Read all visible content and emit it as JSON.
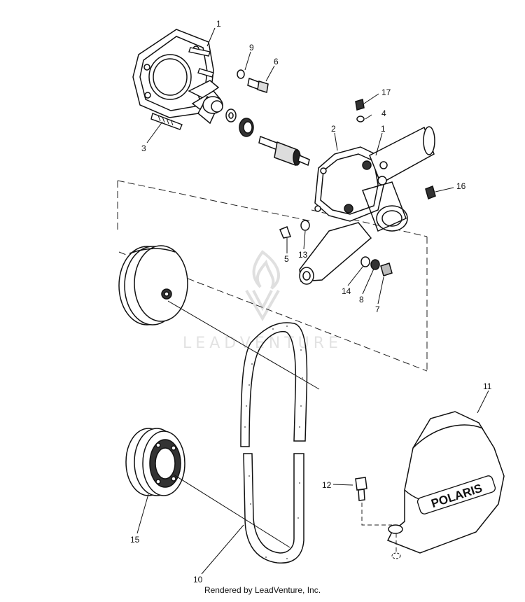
{
  "diagram": {
    "callouts": [
      "1",
      "9",
      "6",
      "17",
      "4",
      "2",
      "1",
      "3",
      "16",
      "5",
      "13",
      "14",
      "8",
      "7",
      "11",
      "12",
      "15",
      "10"
    ],
    "watermark": "LEADVENTURE",
    "logo_text": "POLARIS"
  },
  "footer": {
    "text": "Rendered by LeadVenture, Inc."
  }
}
